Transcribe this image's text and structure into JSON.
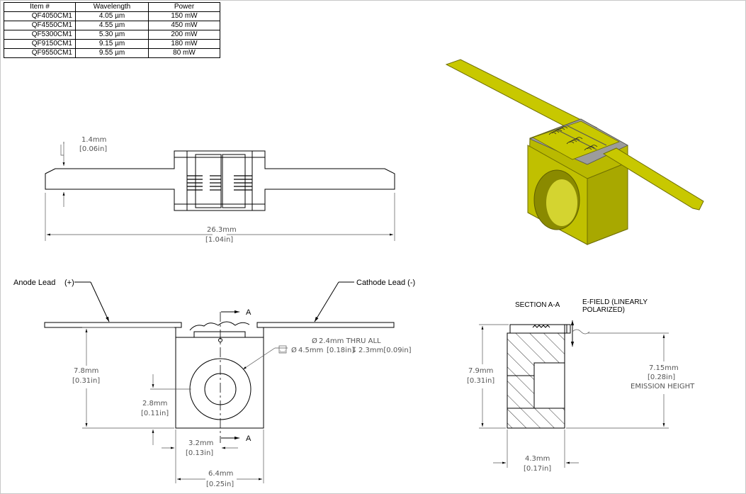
{
  "table": {
    "headers": [
      "Item #",
      "Wavelength",
      "Power"
    ],
    "rows": [
      [
        "QF4050CM1",
        "4.05 µm",
        "150 mW"
      ],
      [
        "QF4550CM1",
        "4.55 µm",
        "450 mW"
      ],
      [
        "QF5300CM1",
        "5.30 µm",
        "200 mW"
      ],
      [
        "QF9150CM1",
        "9.15 µm",
        "180 mW"
      ],
      [
        "QF9550CM1",
        "9.55 µm",
        "80 mW"
      ]
    ]
  },
  "top_view": {
    "thickness_mm": "1.4mm",
    "thickness_in": "[0.06in]",
    "length_mm": "26.3mm",
    "length_in": "[1.04in]"
  },
  "front_view": {
    "anode_label": "Anode Lead",
    "anode_sign": "(+)",
    "cathode_label": "Cathode Lead (-)",
    "section_mark": "A",
    "hole_note": "2.4mm THRU ALL",
    "hole_diameter_symbol": "Ø",
    "cbore_note": "4.5mm",
    "cbore_note_in": "[0.18in]",
    "cbore_depth": "2.3mm[0.09in]",
    "cbore_symbol": "⌴",
    "depth_symbol": "↧",
    "height_mm": "7.8mm",
    "height_in": "[0.31in]",
    "hole_center_mm": "2.8mm",
    "hole_center_in": "[0.11in]",
    "hole_offset_mm": "3.2mm",
    "hole_offset_in": "[0.13in]",
    "width_mm": "6.4mm",
    "width_in": "[0.25in]"
  },
  "section_view": {
    "title": "SECTION A-A",
    "efield_line1": "E-FIELD (LINEARLY",
    "efield_line2": "POLARIZED)",
    "height_mm": "7.9mm",
    "height_in": "[0.31in]",
    "emission_mm": "7.15mm",
    "emission_in": "[0.28in]",
    "emission_label": "EMISSION HEIGHT",
    "depth_mm": "4.3mm",
    "depth_in": "[0.17in]"
  },
  "colors": {
    "gold": "#c8c800",
    "gold_dark": "#8a8a00",
    "gold_light": "#e2e23a"
  }
}
